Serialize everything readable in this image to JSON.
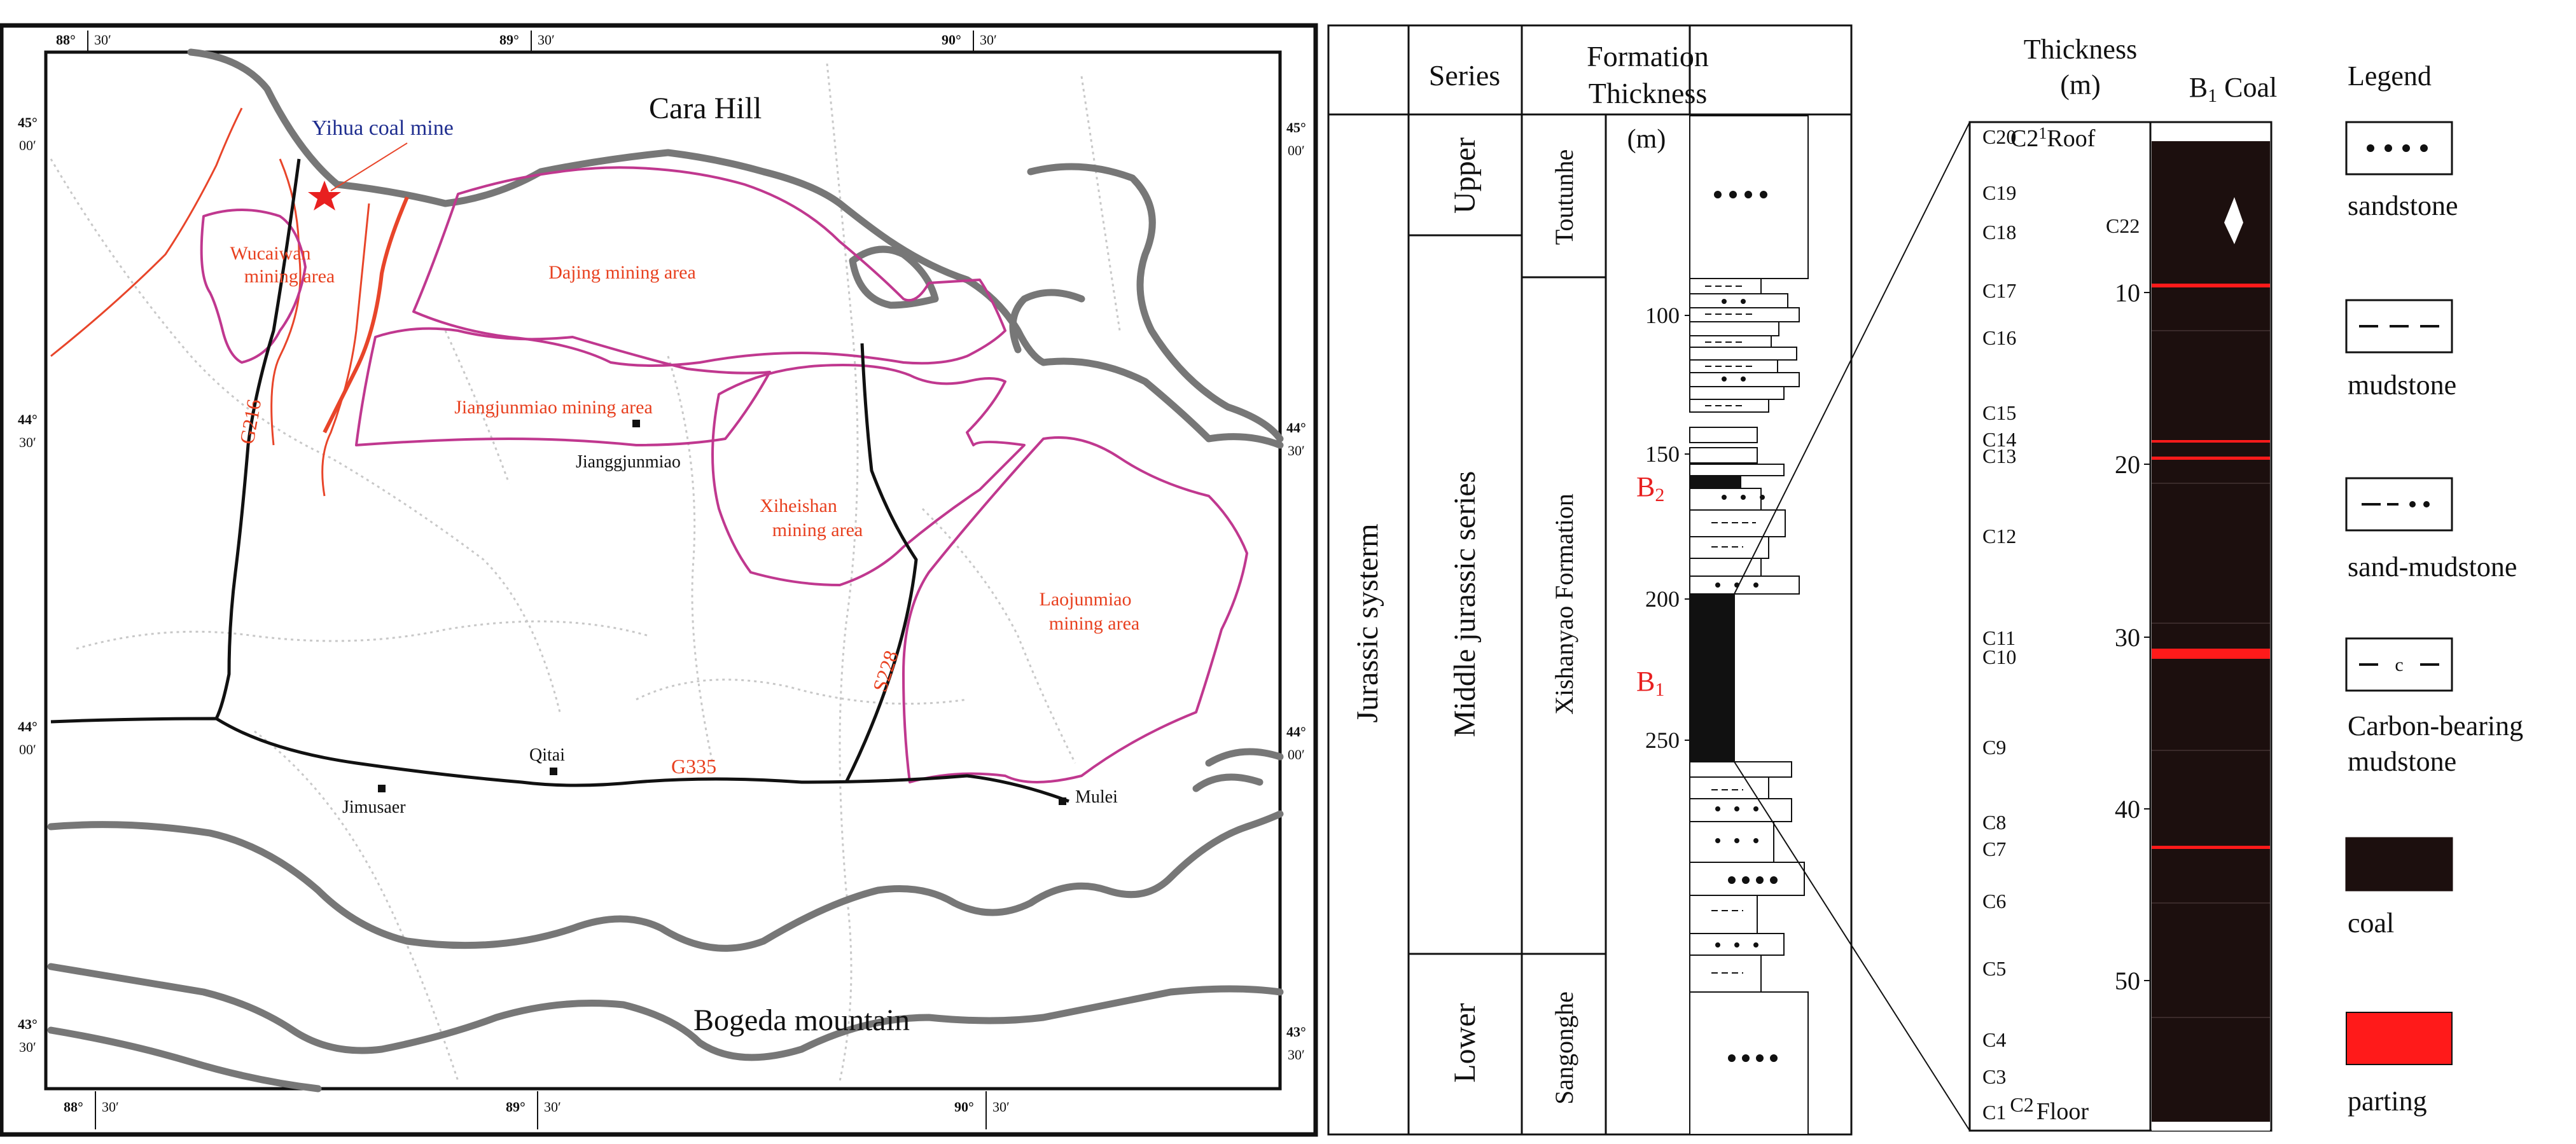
{
  "map": {
    "title_mine": "Yihua coal mine",
    "north_hill": "Cara Hill",
    "south_mountain": "Bogeda mountain",
    "areas": {
      "wucaiwan": [
        "Wucaiwan",
        "mining area"
      ],
      "dajing": "Dajing mining area",
      "jiangjunmiao": "Jiangjunmiao mining area",
      "xiheishan": [
        "Xiheishan",
        "mining area"
      ],
      "laojunmiao": [
        "Laojunmiao",
        "mining area"
      ]
    },
    "towns": {
      "jianggjunmiao": "Jianggjunmiao",
      "qitai": "Qitai",
      "jimusaer": "Jimusaer",
      "mulei": "Mulei"
    },
    "roads": {
      "g216": "G216",
      "g335": "G335",
      "s228": "S228"
    },
    "lon_ticks": [
      {
        "deg": "88°",
        "min": "30′"
      },
      {
        "deg": "89°",
        "min": "30′"
      },
      {
        "deg": "90°",
        "min": "30′"
      }
    ],
    "lat_ticks": [
      {
        "deg": "45°",
        "min": "00′"
      },
      {
        "deg": "44°",
        "min": "30′"
      },
      {
        "deg": "44°",
        "min": "00′"
      },
      {
        "deg": "43°",
        "min": "30′"
      }
    ],
    "colors": {
      "border": "#777777",
      "road": "#111111",
      "fault": "#e8452a",
      "area": "#c0388f",
      "label": "#e8401f",
      "mine_label": "#1f2e8f"
    }
  },
  "column": {
    "headers": {
      "series": "Series",
      "formation": [
        "Formation",
        "Thickness"
      ]
    },
    "system": "Jurassic systerm",
    "series": {
      "upper": "Upper",
      "middle": "Middle jurassic series",
      "lower": "Lower"
    },
    "formations": {
      "toutunhe": "Toutunhe",
      "xishanyao": "Xishanyao Formation",
      "sangonghe": "Sangonghe"
    },
    "unit": "(m)",
    "depth_ticks": [
      "100",
      "150",
      "200",
      "250"
    ],
    "seams": {
      "b2": "B",
      "b2_sub": "2",
      "b1": "B",
      "b1_sub": "1"
    }
  },
  "coal": {
    "thickness_label": [
      "Thickness",
      "(m)"
    ],
    "title": "B",
    "title_sub": "1",
    "title_tail": " Coal",
    "roof": "C21Roof",
    "roof_parts": [
      "C2",
      "1",
      "Roof"
    ],
    "floor_parts": [
      "C1",
      "C2",
      "Floor"
    ],
    "c22": "C22",
    "samples": [
      "C20",
      "C19",
      "C18",
      "C17",
      "C16",
      "C15",
      "C14",
      "C13",
      "C12",
      "C11",
      "C10",
      "C9",
      "C8",
      "C7",
      "C6",
      "C5",
      "C4",
      "C3"
    ],
    "depth_ticks": [
      "10",
      "20",
      "30",
      "40",
      "50"
    ],
    "coal_color": "#1c0f0e",
    "parting_color": "#ff1a1a"
  },
  "legend": {
    "title": "Legend",
    "items": [
      "sandstone",
      "mudstone",
      "sand-mudstone",
      "Carbon-bearing",
      "mudstone",
      "coal",
      "parting"
    ]
  }
}
